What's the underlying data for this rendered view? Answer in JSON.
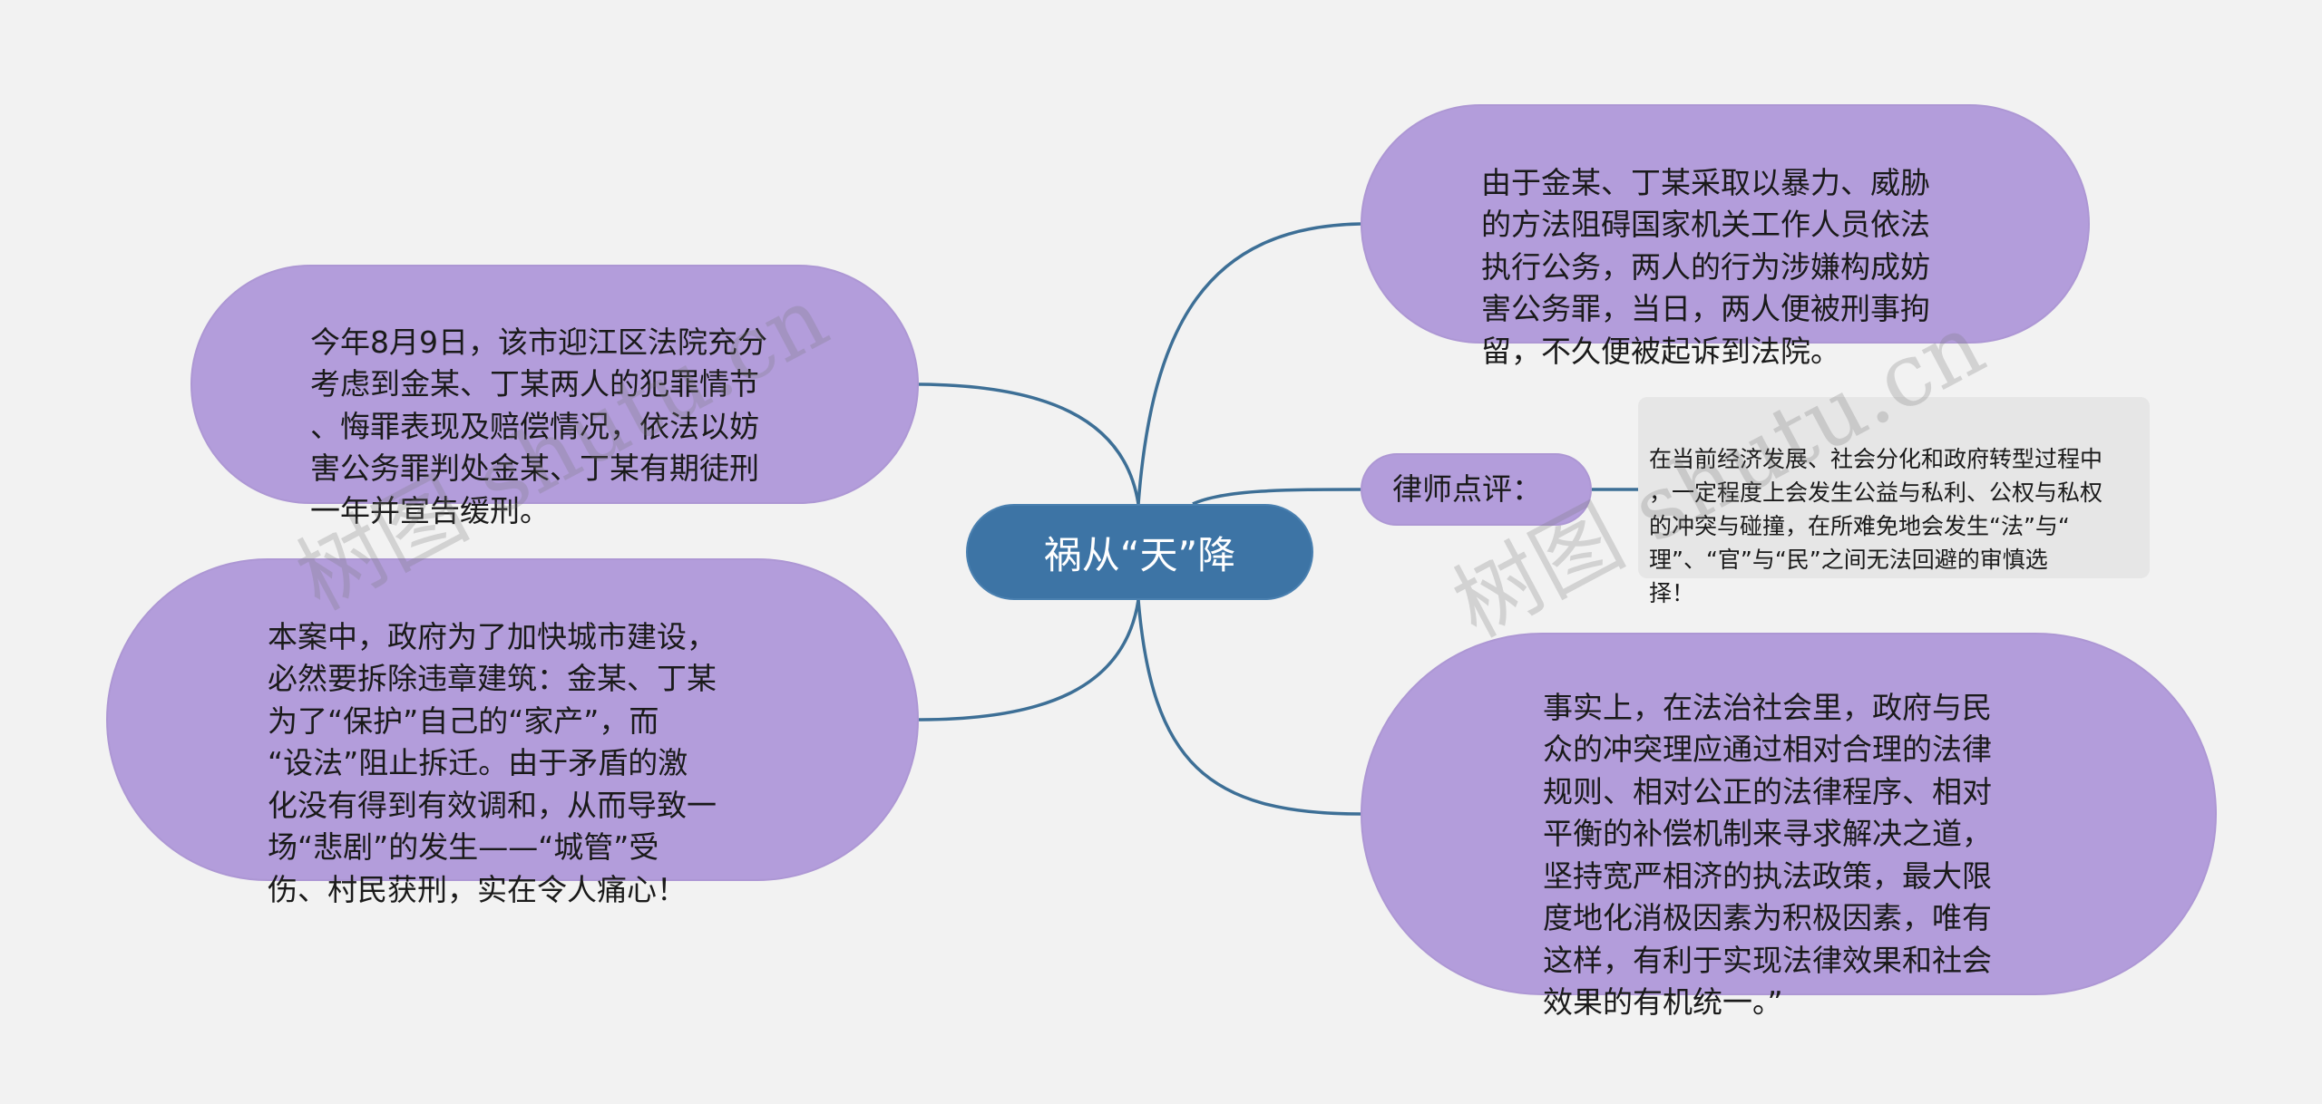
{
  "root": {
    "label": "祸从“天”降"
  },
  "nodes": {
    "top_left": "今年8月9日，该市迎江区法院充分\n考虑到金某、丁某两人的犯罪情节\n、悔罪表现及赔偿情况，依法以妨\n害公务罪判处金某、丁某有期徒刑\n一年并宣告缓刑。",
    "bottom_left": "本案中，政府为了加快城市建设，\n必然要拆除违章建筑：金某、丁某\n为了“保护”自己的“家产”，而\n“设法”阻止拆迁。由于矛盾的激\n化没有得到有效调和，从而导致一\n场“悲剧”的发生——“城管”受\n伤、村民获刑，实在令人痛心！",
    "top_right": "由于金某、丁某采取以暴力、威胁\n的方法阻碍国家机关工作人员依法\n执行公务，两人的行为涉嫌构成妨\n害公务罪，当日，两人便被刑事拘\n留，不久便被起诉到法院。",
    "lawyer_label": "律师点评：",
    "lawyer_comment": "在当前经济发展、社会分化和政府转型过程中\n，一定程度上会发生公益与私利、公权与私权\n的冲突与碰撞，在所难免地会发生“法”与“\n理”、“官”与“民”之间无法回避的审慎选\n择！",
    "bottom_right": "事实上，在法治社会里，政府与民\n众的冲突理应通过相对合理的法律\n规则、相对公正的法律程序、相对\n平衡的补偿机制来寻求解决之道，\n坚持宽严相济的执法政策，最大限\n度地化消极因素为积极因素，唯有\n这样，有利于实现法律效果和社会\n效果的有机统一。”"
  },
  "watermark": {
    "left": "树图 shutu.cn",
    "right": "树图 shutu.cn"
  },
  "colors": {
    "background": "#f2f2f2",
    "root_fill": "#3d74a5",
    "node_fill": "#b39ddb",
    "connector": "#3d6f96",
    "comment_fill": "#e6e6e6"
  }
}
